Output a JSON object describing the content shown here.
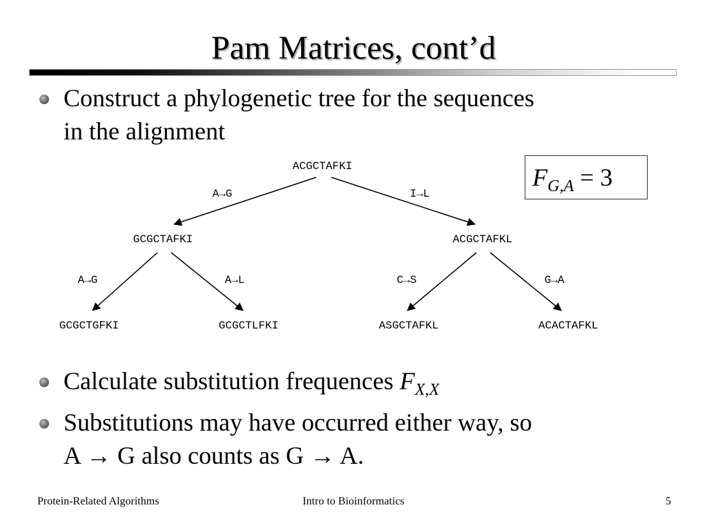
{
  "title": "Pam Matrices, cont’d",
  "bullets": [
    {
      "line1": "Construct a phylogenetic tree for the sequences",
      "line2": "in the alignment"
    },
    {
      "text": "Calculate substitution frequences ",
      "var": "F",
      "sub": "X,X"
    },
    {
      "line1": "Substitutions may have occurred either way, so",
      "line2": "A → G also counts as G → A."
    }
  ],
  "box": {
    "var": "F",
    "sub": "G,A",
    "rest": " = 3"
  },
  "tree": {
    "root": "ACGCTAFKI",
    "left": "GCGCTAFKI",
    "right": "ACGCTAFKL",
    "leaves": [
      "GCGCTGFKI",
      "GCGCTLFKI",
      "ASGCTAFKL",
      "ACACTAFKL"
    ],
    "edge_labels": {
      "root_left": "A→G",
      "root_right": "I→L",
      "left_leaf1": "A→G",
      "left_leaf2": "A→L",
      "right_leaf3": "C→S",
      "right_leaf4": "G→A"
    }
  },
  "footer": {
    "left": "Protein-Related Algorithms",
    "center": "Intro to Bioinformatics",
    "right": "5"
  }
}
